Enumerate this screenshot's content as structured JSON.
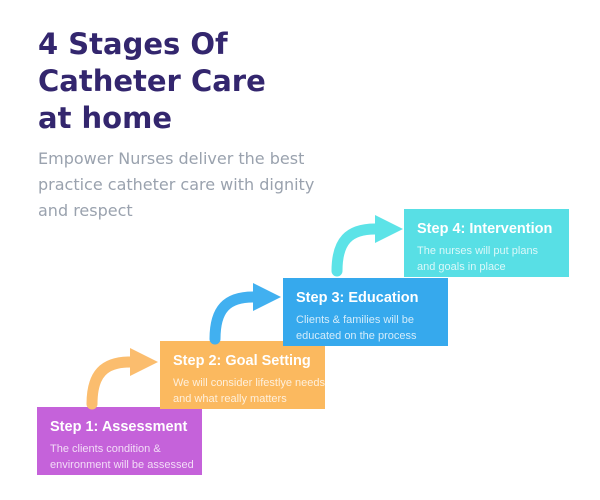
{
  "header": {
    "title": "4 Stages Of Catheter Care at home",
    "title_lines": [
      "4 Stages Of",
      "Catheter Care",
      "at home"
    ],
    "title_color": "#33266e",
    "subtitle": "Empower Nurses deliver the best practice catheter care with dignity and respect",
    "subtitle_lines": [
      "Empower Nurses deliver the best",
      "practice catheter care with dignity",
      "and respect"
    ],
    "subtitle_color": "#9aa2ae"
  },
  "steps": [
    {
      "label": "Step 1: Assessment",
      "description": "The clients condition & environment will be assessed",
      "desc_lines": [
        "The clients condition &",
        "environment will be assessed"
      ],
      "color": "#c562da"
    },
    {
      "label": "Step 2: Goal Setting",
      "description": "We will consider lifestlye needs and what really matters",
      "desc_lines": [
        "We will consider lifestlye needs",
        "and what really matters"
      ],
      "color": "#fbb95f"
    },
    {
      "label": "Step 3: Education",
      "description": "Clients & families will be educated on the process",
      "desc_lines": [
        "Clients & families will be",
        "educated on the process"
      ],
      "color": "#36a9ed"
    },
    {
      "label": "Step 4: Intervention",
      "description": "The nurses will put plans and goals in place",
      "desc_lines": [
        "The nurses will put plans",
        "and goals in place"
      ],
      "color": "#58dfe5"
    }
  ],
  "arrows": [
    {
      "color": "#fbbd6e"
    },
    {
      "color": "#41b0f0"
    },
    {
      "color": "#5ce3e7"
    }
  ],
  "background_color": "#ffffff"
}
